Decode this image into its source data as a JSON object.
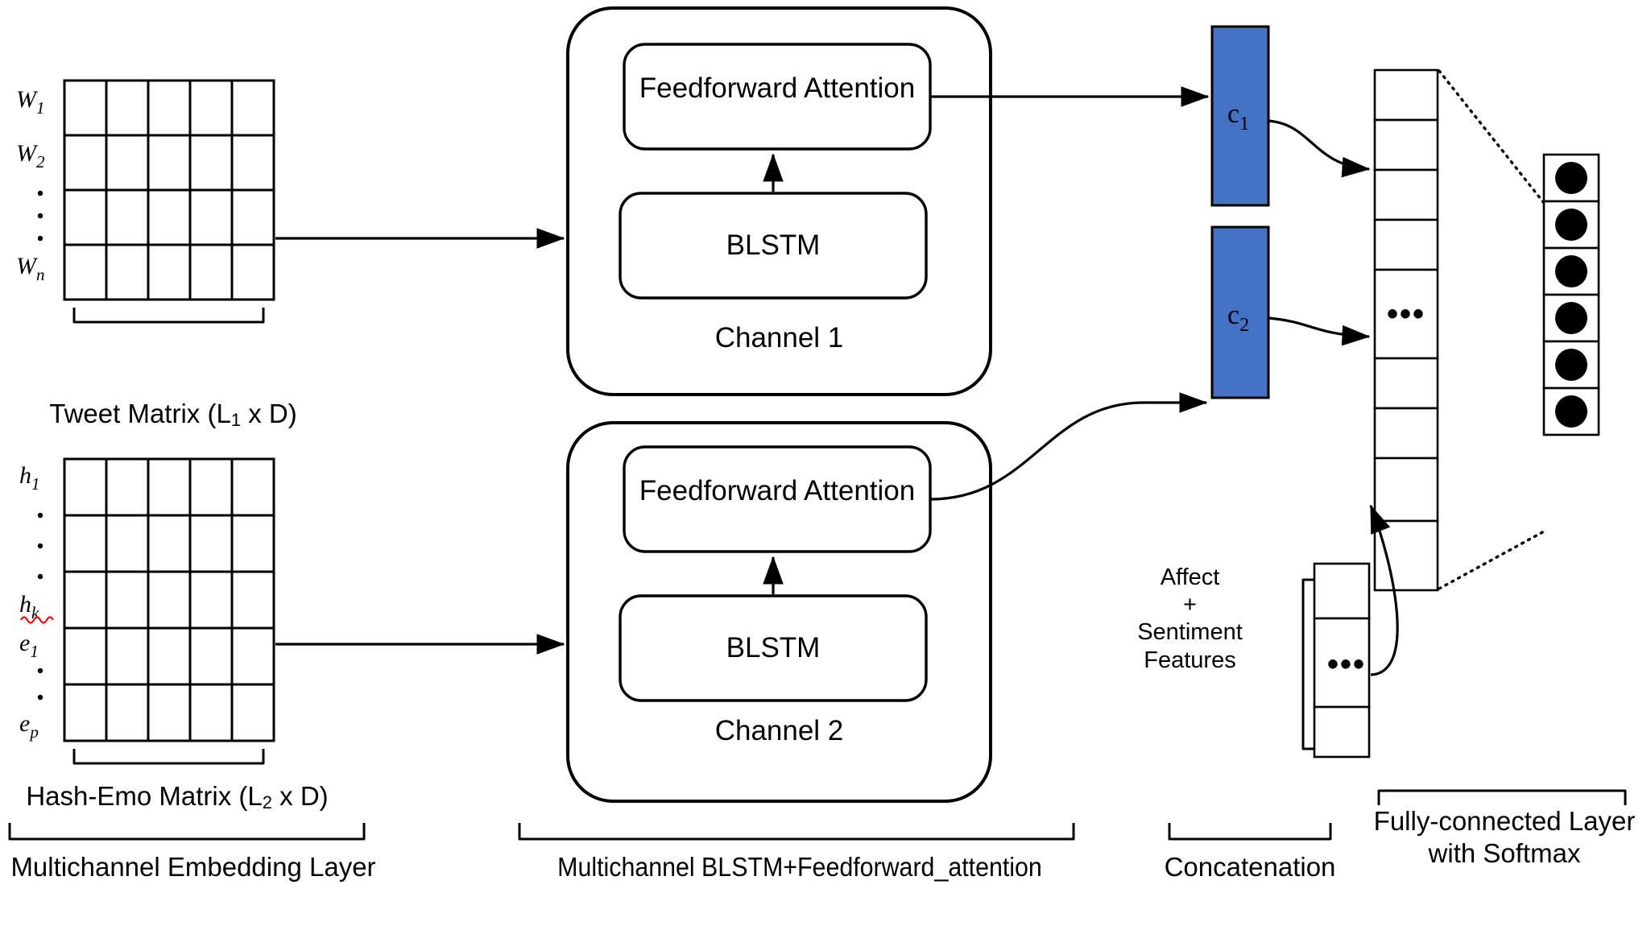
{
  "figure": {
    "type": "neural-network-architecture-diagram",
    "title": "Multichannel BLSTM with Feedforward Attention architecture"
  },
  "embedding_layer": {
    "caption": "Multichannel Embedding Layer",
    "tweet_matrix": {
      "caption_parts": {
        "name": "Tweet Matrix (L",
        "sub": "1",
        "tail": " x D)"
      },
      "caption": "Tweet Matrix (L1 x D)",
      "rows": 4,
      "cols": 5,
      "row_labels": [
        {
          "base": "W",
          "sub": "1"
        },
        {
          "base": "W",
          "sub": "2"
        },
        {
          "base": "dots",
          "sub": ""
        },
        {
          "base": "W",
          "sub": "n"
        }
      ]
    },
    "hash_emo_matrix": {
      "caption_parts": {
        "name": "Hash-Emo Matrix (L",
        "sub": "2",
        "tail": " x D)"
      },
      "caption": "Hash-Emo Matrix (L2 x D)",
      "rows": 5,
      "cols": 5,
      "row_labels": [
        {
          "base": "h",
          "sub": "1",
          "spellcheck": false
        },
        {
          "base": "dots",
          "sub": "",
          "spellcheck": false
        },
        {
          "base": "h",
          "sub": "k",
          "spellcheck": true
        },
        {
          "base": "e",
          "sub": "1",
          "spellcheck": false
        },
        {
          "base": "e",
          "sub": "p",
          "spellcheck": false
        }
      ]
    }
  },
  "channels": {
    "caption": "Multichannel BLSTM+Feedforward_attention",
    "items": [
      {
        "name": "Channel 1",
        "attention_label": "Feedforward Attention",
        "rnn_label": "BLSTM"
      },
      {
        "name": "Channel 2",
        "attention_label": "Feedforward Attention",
        "rnn_label": "BLSTM"
      }
    ]
  },
  "concatenation": {
    "caption": "Concatenation",
    "context_vectors": [
      {
        "base": "c",
        "sub": "1"
      },
      {
        "base": "c",
        "sub": "2"
      }
    ],
    "features_label_lines": [
      "Affect",
      "+",
      "Sentiment",
      "Features"
    ],
    "features_cells": 3,
    "features_ellipsis": "•••",
    "concat_cells": 9,
    "concat_ellipsis": "•••"
  },
  "output_layer": {
    "caption_lines": [
      "Fully-connected Layer",
      "with Softmax"
    ],
    "units": 6
  },
  "colors": {
    "context_vector_blue": "#4472C4",
    "stroke": "#000000",
    "background": "#FFFFFF",
    "spellcheck_underline": "#FF0000"
  }
}
